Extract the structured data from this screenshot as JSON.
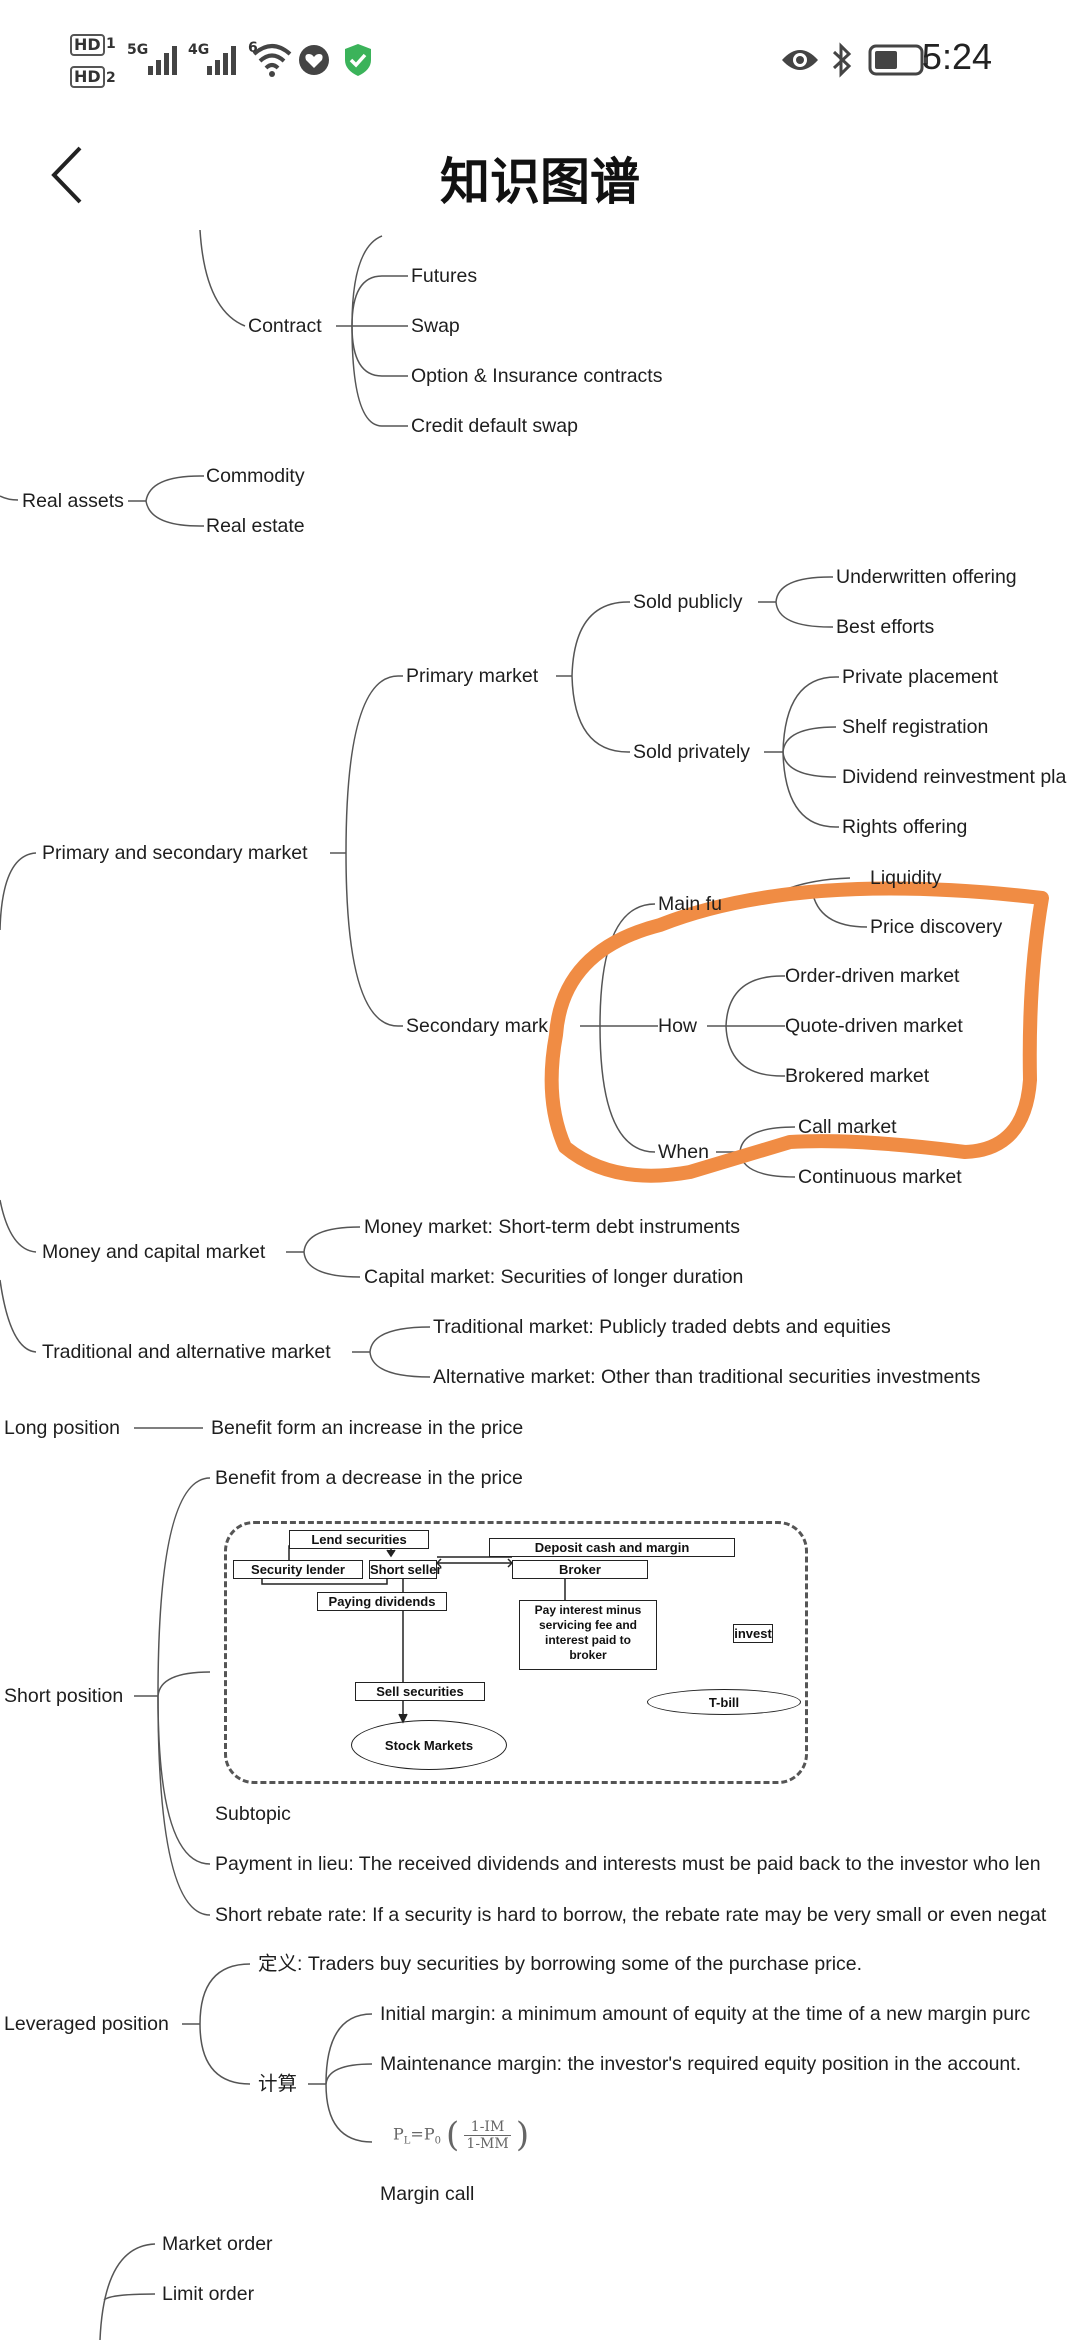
{
  "status_bar": {
    "hd1": "HD",
    "sim1": "1",
    "hd2": "HD",
    "sim2": "2",
    "net1": "5G",
    "net2": "4G",
    "wifi_index": "6",
    "time": "5:24"
  },
  "header": {
    "title": "知识图谱"
  },
  "mindmap": {
    "contract": "Contract",
    "futures": "Futures",
    "swap": "Swap",
    "option": "Option & Insurance contracts",
    "cds": "Credit default swap",
    "real_assets": "Real assets",
    "commodity": "Commodity",
    "real_estate": "Real estate",
    "primary_secondary": "Primary and secondary market",
    "primary_market": "Primary market",
    "sold_publicly": "Sold publicly",
    "underwritten": "Underwritten offering",
    "best_efforts": "Best efforts",
    "sold_privately": "Sold privately",
    "private_placement": "Private placement",
    "shelf_registration": "Shelf registration",
    "dividend_reinvestment": "Dividend reinvestment pla",
    "rights_offering": "Rights offering",
    "secondary_market": "Secondary mark",
    "main_function": "Main fu",
    "liquidity": "Liquidity",
    "price_discovery": "Price discovery",
    "how": "How",
    "order_driven": "Order-driven market",
    "quote_driven": "Quote-driven market",
    "brokered": "Brokered market",
    "when": "When",
    "call_market": "Call market",
    "continuous_market": "Continuous market",
    "money_capital": "Money and capital market",
    "money_market": "Money market: Short-term debt instruments",
    "capital_market": "Capital market: Securities of longer duration",
    "trad_alt": "Traditional and alternative market",
    "traditional_market": "Traditional market: Publicly traded debts and equities",
    "alternative_market": "Alternative market: Other than traditional securities investments",
    "long_position": "Long position",
    "long_benefit": "Benefit form an increase in the price",
    "short_position": "Short position",
    "short_benefit": "Benefit from a decrease in the price",
    "subtopic": "Subtopic",
    "payment_in_lieu": "Payment in lieu: The received dividends and interests must be paid back to the investor who len",
    "short_rebate": "Short rebate rate: If a security is hard to borrow, the rebate rate may be very small or even negat",
    "leveraged_position": "Leveraged position",
    "definition": "定义: Traders buy securities by borrowing some of the purchase price.",
    "calculation": "计算",
    "initial_margin": "Initial margin: a minimum amount of equity at the time of a new margin purc",
    "maintenance_margin": "Maintenance margin: the investor's required equity position in the account.",
    "margin_call": "Margin call",
    "market_order": "Market order",
    "limit_order": "Limit order"
  },
  "diagram": {
    "lend_securities": "Lend securities",
    "deposit_cash": "Deposit cash and margin",
    "security_lender": "Security lender",
    "short_seller": "Short seller",
    "broker": "Broker",
    "paying_dividends": "Paying dividends",
    "pay_interest": "Pay interest minus servicing fee and interest paid to broker",
    "invest": "invest",
    "sell_securities": "Sell securities",
    "tbill": "T-bill",
    "stock_markets": "Stock Markets"
  },
  "formula": {
    "lhs": "P",
    "lhs_sub": "L",
    "eq": "=P",
    "p0_sub": "0",
    "num": "1-IM",
    "den": "1-MM"
  },
  "colors": {
    "highlight": "#f08c44",
    "line": "#555555"
  }
}
